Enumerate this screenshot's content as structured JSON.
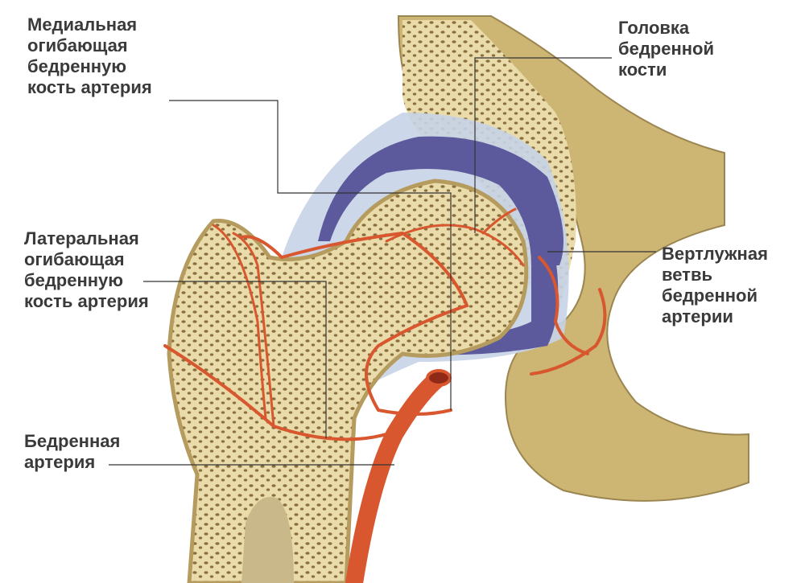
{
  "labels": {
    "medial_artery": [
      "Медиальная",
      "огибающая",
      "бедренную",
      "кость артерия"
    ],
    "femoral_head": [
      "Головка",
      "бедренной",
      "кости"
    ],
    "lateral_artery": [
      "Латеральная",
      "огибающая",
      "бедренную",
      "кость артерия"
    ],
    "acetabular_branch": [
      "Вертлужная",
      "ветвь",
      "бедренной",
      "артерии"
    ],
    "femoral_artery": [
      "Бедренная",
      "артерия"
    ]
  },
  "colors": {
    "bone_outer": "#d9c58a",
    "bone_spongy": "#e8dba8",
    "pelvis": "#c9b070",
    "cartilage": "#5c5a9c",
    "capsule": "#c8d2e6",
    "artery": "#d9572f",
    "leader_line": "#333333"
  }
}
